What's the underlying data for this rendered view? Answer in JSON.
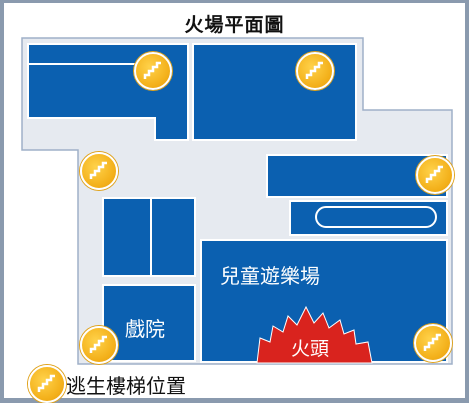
{
  "title": "火場平面圖",
  "rooms": {
    "playground": "兒童遊樂場",
    "theater": "戲院"
  },
  "fire": {
    "label": "火頭",
    "color": "#d9231e"
  },
  "legend": {
    "stairs_label": "逃生樓梯位置",
    "icon": "stairs-icon"
  },
  "colors": {
    "room_fill": "#0b60b0",
    "corridor": "#e6eaf0",
    "stairs": "#f3b01a",
    "background": "#8a9aae"
  }
}
